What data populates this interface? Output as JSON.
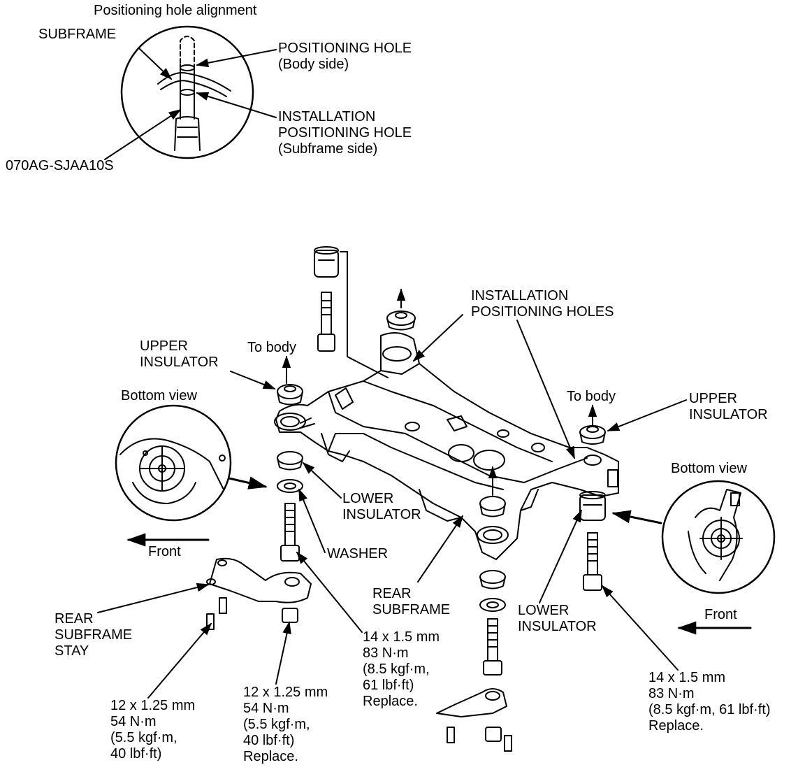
{
  "labels": {
    "inset_title": "Positioning hole alignment",
    "subframe": "SUBFRAME",
    "pos_hole_body": "POSITIONING HOLE\n(Body side)",
    "inst_pos_hole_sub": "INSTALLATION\nPOSITIONING HOLE\n(Subframe side)",
    "part_code": "070AG-SJAA10S",
    "inst_pos_holes": "INSTALLATION\nPOSITIONING HOLES",
    "to_body_left": "To body",
    "upper_insulator_left": "UPPER\nINSULATOR",
    "bottom_view_left": "Bottom view",
    "to_body_right": "To body",
    "upper_insulator_right": "UPPER\nINSULATOR",
    "bottom_view_right": "Bottom view",
    "lower_insulator_left": "LOWER\nINSULATOR",
    "washer": "WASHER",
    "front_left": "Front",
    "rear_subframe": "REAR\nSUBFRAME",
    "lower_insulator_right": "LOWER\nINSULATOR",
    "front_right": "Front",
    "rear_subframe_stay": "REAR\nSUBFRAME\nSTAY",
    "torque_14_left": "14 x 1.5 mm\n83 N·m\n(8.5 kgf·m,\n61 lbf·ft)\nReplace.",
    "torque_12_stay": "12 x 1.25 mm\n54 N·m\n(5.5 kgf·m,\n40 lbf·ft)",
    "torque_12_replace": "12 x 1.25 mm\n54 N·m\n(5.5 kgf·m,\n40 lbf·ft)\nReplace.",
    "torque_14_right": "14 x 1.5 mm\n83 N·m\n(8.5 kgf·m, 61 lbf·ft)\nReplace."
  },
  "colors": {
    "ink": "#000000",
    "paper": "#ffffff"
  }
}
